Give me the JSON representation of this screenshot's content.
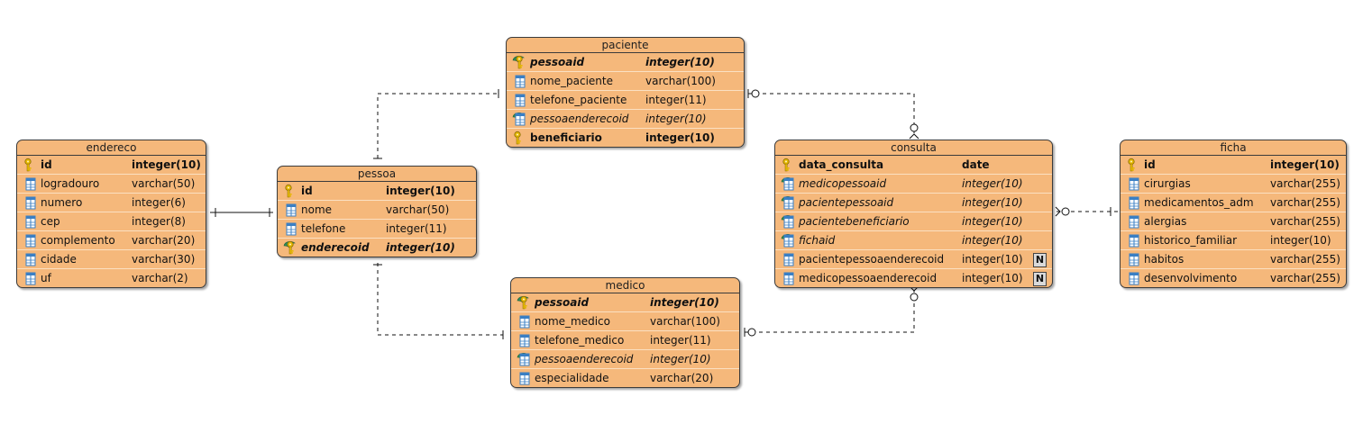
{
  "diagram": {
    "entities": [
      {
        "id": "paciente",
        "title": "paciente",
        "columns": [
          {
            "name": "pessoaid",
            "type": "integer(10)",
            "kind": "pkfk"
          },
          {
            "name": "nome_paciente",
            "type": "varchar(100)",
            "kind": "col"
          },
          {
            "name": "telefone_paciente",
            "type": "integer(11)",
            "kind": "col"
          },
          {
            "name": "pessoaenderecoid",
            "type": "integer(10)",
            "kind": "fk"
          },
          {
            "name": "beneficiario",
            "type": "integer(10)",
            "kind": "pk"
          }
        ]
      },
      {
        "id": "endereco",
        "title": "endereco",
        "columns": [
          {
            "name": "id",
            "type": "integer(10)",
            "kind": "pk"
          },
          {
            "name": "logradouro",
            "type": "varchar(50)",
            "kind": "col"
          },
          {
            "name": "numero",
            "type": "integer(6)",
            "kind": "col"
          },
          {
            "name": "cep",
            "type": "integer(8)",
            "kind": "col"
          },
          {
            "name": "complemento",
            "type": "varchar(20)",
            "kind": "col"
          },
          {
            "name": "cidade",
            "type": "varchar(30)",
            "kind": "col"
          },
          {
            "name": "uf",
            "type": "varchar(2)",
            "kind": "col"
          }
        ]
      },
      {
        "id": "pessoa",
        "title": "pessoa",
        "columns": [
          {
            "name": "id",
            "type": "integer(10)",
            "kind": "pk"
          },
          {
            "name": "nome",
            "type": "varchar(50)",
            "kind": "col"
          },
          {
            "name": "telefone",
            "type": "integer(11)",
            "kind": "col"
          },
          {
            "name": "enderecoid",
            "type": "integer(10)",
            "kind": "pkfk"
          }
        ]
      },
      {
        "id": "consulta",
        "title": "consulta",
        "columns": [
          {
            "name": "data_consulta",
            "type": "date",
            "kind": "pk"
          },
          {
            "name": "medicopessoaid",
            "type": "integer(10)",
            "kind": "fk"
          },
          {
            "name": "pacientepessoaid",
            "type": "integer(10)",
            "kind": "fk"
          },
          {
            "name": "pacientebeneficiario",
            "type": "integer(10)",
            "kind": "fk"
          },
          {
            "name": "fichaid",
            "type": "integer(10)",
            "kind": "fk"
          },
          {
            "name": "pacientepessoaenderecoid",
            "type": "integer(10)",
            "kind": "col",
            "badge": "N"
          },
          {
            "name": "medicopessoaenderecoid",
            "type": "integer(10)",
            "kind": "col",
            "badge": "N"
          }
        ]
      },
      {
        "id": "ficha",
        "title": "ficha",
        "columns": [
          {
            "name": "id",
            "type": "integer(10)",
            "kind": "pk"
          },
          {
            "name": "cirurgias",
            "type": "varchar(255)",
            "kind": "col"
          },
          {
            "name": "medicamentos_adm",
            "type": "varchar(255)",
            "kind": "col"
          },
          {
            "name": "alergias",
            "type": "varchar(255)",
            "kind": "col"
          },
          {
            "name": "historico_familiar",
            "type": "integer(10)",
            "kind": "col"
          },
          {
            "name": "habitos",
            "type": "varchar(255)",
            "kind": "col"
          },
          {
            "name": "desenvolvimento",
            "type": "varchar(255)",
            "kind": "col"
          }
        ]
      },
      {
        "id": "medico",
        "title": "medico",
        "columns": [
          {
            "name": "pessoaid",
            "type": "integer(10)",
            "kind": "pkfk"
          },
          {
            "name": "nome_medico",
            "type": "varchar(100)",
            "kind": "col"
          },
          {
            "name": "telefone_medico",
            "type": "integer(11)",
            "kind": "col"
          },
          {
            "name": "pessoaenderecoid",
            "type": "integer(10)",
            "kind": "fk"
          },
          {
            "name": "especialidade",
            "type": "varchar(20)",
            "kind": "col"
          }
        ]
      }
    ],
    "relationships": [
      {
        "from": "pessoa",
        "to": "paciente",
        "style": "dashed"
      },
      {
        "from": "pessoa",
        "to": "medico",
        "style": "dashed"
      },
      {
        "from": "endereco",
        "to": "pessoa",
        "style": "solid"
      },
      {
        "from": "paciente",
        "to": "consulta",
        "style": "dashed"
      },
      {
        "from": "medico",
        "to": "consulta",
        "style": "dashed"
      },
      {
        "from": "ficha",
        "to": "consulta",
        "style": "dashed"
      }
    ],
    "colors": {
      "entity_fill": "#f5b87b",
      "border": "#3b3b3b",
      "key": "#e6b800",
      "fk_leaf": "#2e8b57",
      "column_icon": "#3a7fc4"
    }
  }
}
